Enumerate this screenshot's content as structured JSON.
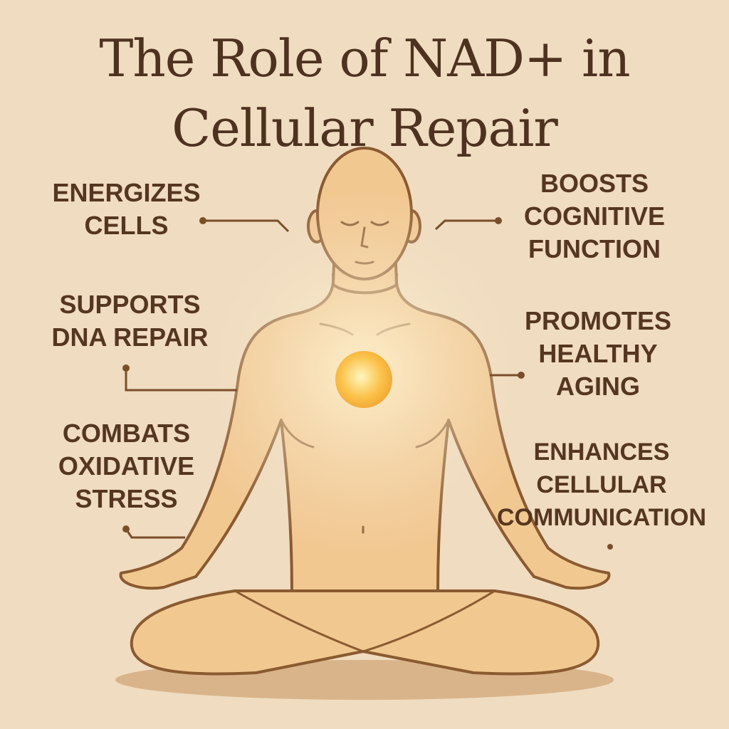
{
  "title": {
    "line1": "The Role of NAD+ in",
    "line2": "Cellular Repair"
  },
  "benefits": {
    "energizes": [
      "ENERGIZES",
      "CELLS"
    ],
    "cognitive": [
      "BOOSTS",
      "COGNITIVE",
      "FUNCTION"
    ],
    "dna": [
      "SUPPORTS",
      "DNA REPAIR"
    ],
    "aging": [
      "PROMOTES",
      "HEALTHY",
      "AGING"
    ],
    "oxidative": [
      "COMBATS",
      "OXIDATIVE",
      "STRESS"
    ],
    "communication": [
      "ENHANCES",
      "CELLULAR",
      "COMMUNICATION"
    ]
  },
  "colors": {
    "background": "#f0dcc0",
    "text": "#4e3220",
    "skin": "#f2c891",
    "outline": "#8a5a30",
    "glow": "#f7b733"
  }
}
